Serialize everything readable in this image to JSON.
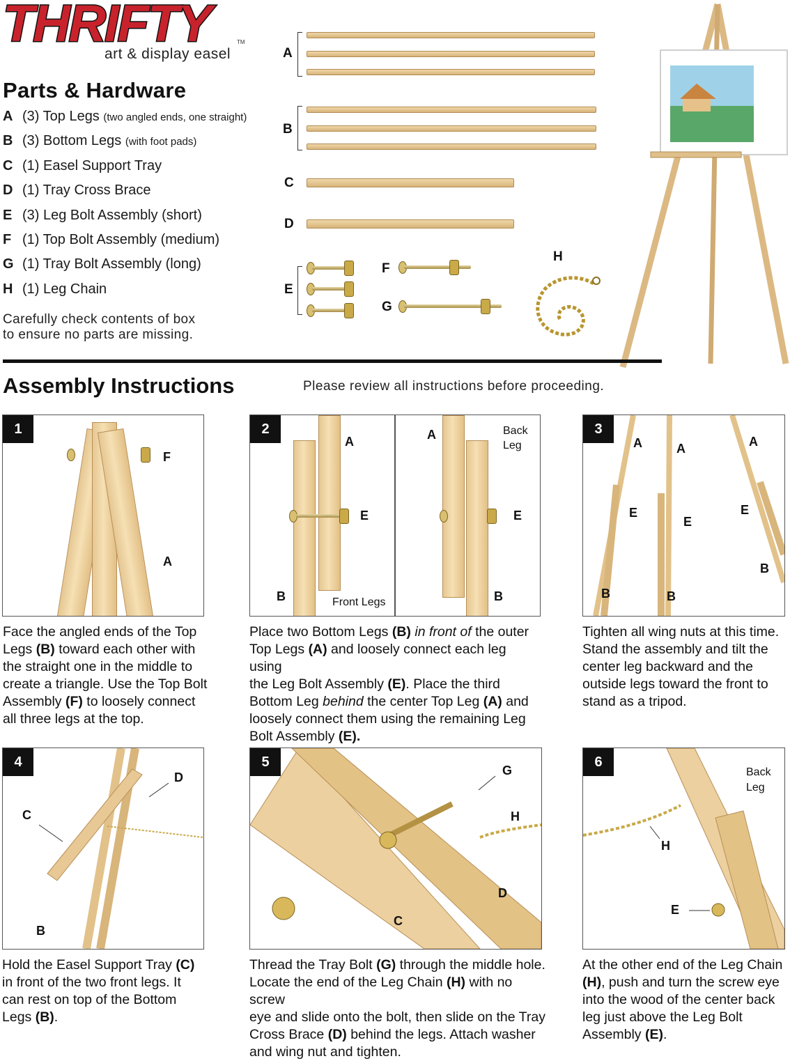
{
  "brand": {
    "name": "THRIFTY",
    "tm": "TM",
    "tagline": "art & display easel"
  },
  "parts": {
    "heading": "Parts & Hardware",
    "items": [
      {
        "letter": "A",
        "text": "(3) Top Legs ",
        "note": "(two angled ends, one straight)"
      },
      {
        "letter": "B",
        "text": "(3) Bottom Legs ",
        "note": "(with foot pads)"
      },
      {
        "letter": "C",
        "text": "(1) Easel Support Tray",
        "note": ""
      },
      {
        "letter": "D",
        "text": "(1) Tray Cross Brace",
        "note": ""
      },
      {
        "letter": "E",
        "text": "(3) Leg Bolt Assembly (short)",
        "note": ""
      },
      {
        "letter": "F",
        "text": "(1) Top Bolt Assembly (medium)",
        "note": ""
      },
      {
        "letter": "G",
        "text": "(1) Tray Bolt Assembly (long)",
        "note": ""
      },
      {
        "letter": "H",
        "text": "(1) Leg Chain",
        "note": ""
      }
    ],
    "check_line1": "Carefully check contents of box",
    "check_line2": "to ensure no parts are missing."
  },
  "diagram": {
    "a": "A",
    "b": "B",
    "c": "C",
    "d": "D",
    "e": "E",
    "f": "F",
    "g": "G",
    "h": "H"
  },
  "assembly": {
    "heading": "Assembly Instructions",
    "review": "Please review all instructions before proceeding."
  },
  "steps": {
    "s1": {
      "num": "1",
      "labels": {
        "f": "F",
        "a": "A"
      },
      "cap": [
        "Face the angled ends of the Top",
        "Legs ",
        "(B)",
        " toward each other with",
        "the straight one in the middle to",
        "create a triangle. Use the Top Bolt",
        "Assembly ",
        "(F)",
        " to loosely connect",
        "all three legs at the top."
      ]
    },
    "s2": {
      "num": "2",
      "labels": {
        "a1": "A",
        "e1": "E",
        "b1": "B",
        "front": "Front Legs",
        "a2": "A",
        "back": "Back",
        "leg": "Leg",
        "e2": "E",
        "b2": "B"
      },
      "cap": [
        "Place two Bottom Legs ",
        "(B)",
        " ",
        "in front of",
        " the outer",
        "Top Legs ",
        "(A)",
        " and loosely connect each leg using",
        "the Leg Bolt Assembly ",
        "(E)",
        ". Place the third",
        "Bottom Leg ",
        "behind",
        " the center Top Leg ",
        "(A)",
        " and",
        "loosely connect them using the remaining Leg",
        "Bolt Assembly ",
        "(E)."
      ]
    },
    "s3": {
      "num": "3",
      "labels": {
        "a1": "A",
        "a2": "A",
        "a3": "A",
        "e1": "E",
        "e2": "E",
        "e3": "E",
        "b1": "B",
        "b2": "B",
        "b3": "B"
      },
      "cap": [
        "Tighten all wing nuts at this time.",
        "Stand the assembly and tilt the",
        "center leg backward and the",
        "outside legs toward the front to",
        "stand as a tripod."
      ]
    },
    "s4": {
      "num": "4",
      "labels": {
        "d": "D",
        "c": "C",
        "b": "B"
      },
      "cap": [
        "Hold the Easel Support Tray ",
        "(C)",
        "in front of the two front legs. It",
        "can rest on top of the Bottom",
        "Legs ",
        "(B)",
        "."
      ]
    },
    "s5": {
      "num": "5",
      "labels": {
        "g": "G",
        "h": "H",
        "d": "D",
        "c": "C"
      },
      "cap": [
        "Thread the Tray Bolt ",
        "(G)",
        " through the middle hole.",
        "Locate the end of the Leg Chain ",
        "(H)",
        " with no screw",
        "eye and slide onto the bolt, then slide on the Tray",
        "Cross Brace ",
        "(D)",
        " behind the legs. Attach washer",
        "and wing nut and tighten."
      ]
    },
    "s6": {
      "num": "6",
      "labels": {
        "back": "Back",
        "leg": "Leg",
        "h": "H",
        "e": "E"
      },
      "cap": [
        "At the other end of the Leg Chain",
        "(H)",
        ", push and turn the screw eye",
        "into the wood of the center back",
        "leg just above the Leg Bolt",
        "Assembly ",
        "(E)",
        "."
      ]
    }
  },
  "colors": {
    "brand_red": "#c8232c",
    "wood": "#e8c995",
    "ink": "#111111"
  },
  "icons": [
    "easel-illustration",
    "chain-icon",
    "bolt-icon",
    "wing-nut-icon"
  ]
}
